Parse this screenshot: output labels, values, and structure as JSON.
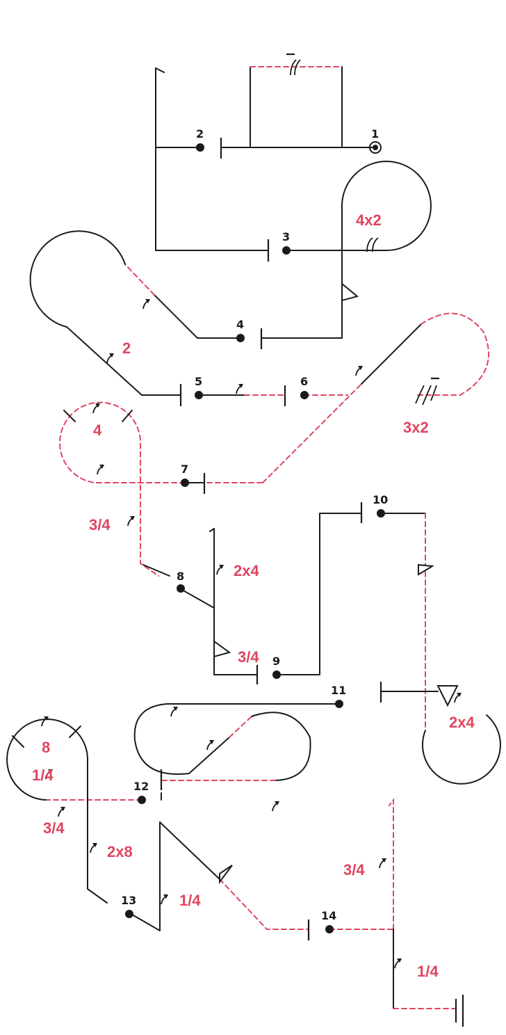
{
  "colors": {
    "line": "#1a1a1a",
    "accent": "#e0445f",
    "background": "#ffffff"
  },
  "stations": [
    "1",
    "2",
    "3",
    "4",
    "5",
    "6",
    "7",
    "8",
    "9",
    "10",
    "11",
    "12",
    "13",
    "14"
  ],
  "figures": {
    "f_4x2": "4x2",
    "f_2": "2",
    "f_4": "4",
    "f_3x2": "3x2",
    "f_3_4_a": "3/4",
    "f_2x4_a": "2x4",
    "f_3_4_b": "3/4",
    "f_2x4_b": "2x4",
    "f_8": "8",
    "f_1_4_a": "1/4",
    "f_3_4_c": "3/4",
    "f_2x8": "2x8",
    "f_1_4_b": "1/4",
    "f_3_4_d": "3/4",
    "f_1_4_c": "1/4"
  },
  "icons": [
    "rotation-arrow-icon",
    "snap-roll-flag-icon",
    "spin-triangle-icon",
    "start-dot-icon",
    "end-bar-icon"
  ]
}
